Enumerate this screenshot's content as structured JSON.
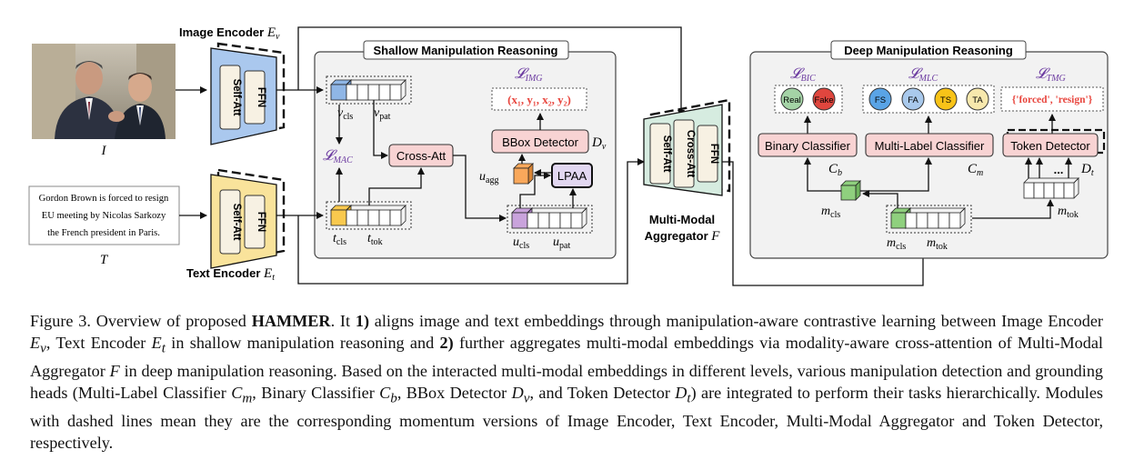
{
  "figure": {
    "image_label": "I",
    "text_label": "T",
    "text_input": [
      "Gordon Brown is forced to resign",
      "EU meeting by Nicolas Sarkozy",
      "the French president in Paris."
    ],
    "image_encoder": {
      "title_main": "Image Encoder ",
      "title_sym": "E",
      "title_sub": "v",
      "block_a": "Self-Att",
      "block_b": "FFN"
    },
    "text_encoder": {
      "title_main": "Text Encoder ",
      "title_sym": "E",
      "title_sub": "t",
      "block_a": "Self-Att",
      "block_b": "FFN"
    },
    "shallow": {
      "title": "Shallow Manipulation Reasoning",
      "v_cls": "v",
      "v_cls_sub": "cls",
      "v_pat": "v",
      "v_pat_sub": "pat",
      "t_cls": "t",
      "t_cls_sub": "cls",
      "t_tok": "t",
      "t_tok_sub": "tok",
      "u_cls": "u",
      "u_cls_sub": "cls",
      "u_pat": "u",
      "u_pat_sub": "pat",
      "u_agg": "u",
      "u_agg_sub": "agg",
      "loss_mac": "𝓛",
      "loss_mac_sub": "MAC",
      "loss_img": "𝓛",
      "loss_img_sub": "IMG",
      "cross_att": "Cross-Att",
      "lpaa": "LPAA",
      "bbox_detector": "BBox Detector",
      "bbox_sym": "D",
      "bbox_sub": "v",
      "bbox_output": "(x₁, y₁, x₂, y₂)"
    },
    "aggregator": {
      "block_a": "Self-Att",
      "block_b": "Cross-Att",
      "block_c": "FFN",
      "label_line1": "Multi-Modal",
      "label_line2": "Aggregator ",
      "label_sym": "F"
    },
    "deep": {
      "title": "Deep Manipulation Reasoning",
      "loss_bic": "𝓛",
      "loss_bic_sub": "BIC",
      "loss_mlc": "𝓛",
      "loss_mlc_sub": "MLC",
      "loss_tmg": "𝓛",
      "loss_tmg_sub": "TMG",
      "real": "Real",
      "fake": "Fake",
      "fs": "FS",
      "fa": "FA",
      "ts": "TS",
      "ta": "TA",
      "tokens_output": "{'forced', 'resign'}",
      "binary_classifier": "Binary Classifier",
      "cb_sym": "C",
      "cb_sub": "b",
      "multi_label_classifier": "Multi-Label Classifier",
      "cm_sym": "C",
      "cm_sub": "m",
      "token_detector": "Token Detector",
      "dt_sym": "D",
      "dt_sub": "t",
      "m_cls": "m",
      "m_cls_sub": "cls",
      "m_cls2": "m",
      "m_cls2_sub": "cls",
      "m_tok": "m",
      "m_tok_sub": "tok",
      "m_tok2": "m",
      "m_tok2_sub": "tok",
      "ellipsis": "..."
    },
    "colors": {
      "image_encoder": "#aac8ee",
      "text_encoder": "#f9e39b",
      "red": "#e8463e",
      "purple": "#6b3aa0",
      "box_pink": "#f8d3d3",
      "box_lavender": "#e2d7f1",
      "green": "#8fd07e",
      "orange": "#f9a85b",
      "violet": "#c9a3dc",
      "blue_tok": "#8fb6e6",
      "real": "#a4d3a6",
      "fake": "#e0463e",
      "fs": "#5aa4e6",
      "fa": "#a9c9ec",
      "ts": "#f8c318",
      "ta": "#f7e8ad"
    }
  },
  "caption": {
    "s1": "Figure 3.  Overview of proposed ",
    "hammer": "HAMMER",
    "s2": ". It ",
    "n1": "1)",
    "s3": " aligns image and text embeddings through manipulation-aware contrastive learning between Image Encoder ",
    "ev": "E",
    "ev_sub": "v",
    "s4": ", Text Encoder ",
    "et": "E",
    "et_sub": "t",
    "s5": " in shallow manipulation reasoning and ",
    "n2": "2)",
    "s6": " further aggregates multi-modal embeddings via modality-aware cross-attention of Multi-Modal Aggregator ",
    "f": "F",
    "s7": " in deep manipulation reasoning.  Based on the interacted multi-modal embeddings in different levels, various manipulation detection and grounding heads (Multi-Label Classifier ",
    "cm": "C",
    "cm_sub": "m",
    "s8": ", Binary Classifier ",
    "cb": "C",
    "cb_sub": "b",
    "s9": ", BBox Detector ",
    "dv": "D",
    "dv_sub": "v",
    "s10": ", and Token Detector ",
    "dt": "D",
    "dt_sub": "t",
    "s11": ") are integrated to perform their tasks hierarchically. Modules with dashed lines mean they are the corresponding momentum versions of Image Encoder, Text Encoder, Multi-Modal Aggregator and Token Detector, respectively."
  }
}
